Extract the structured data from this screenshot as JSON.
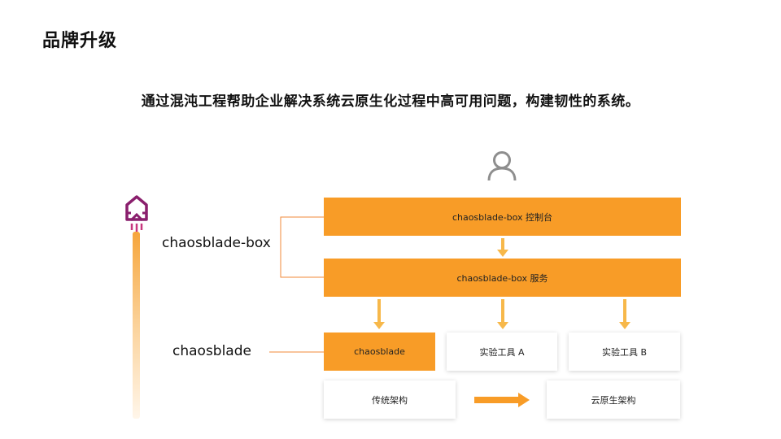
{
  "title": "品牌升级",
  "subtitle": "通过混沌工程帮助企业解决系统云原生化过程中高可用问题，构建韧性的系统。",
  "labels": {
    "box_group": "chaosblade-box",
    "blade": "chaosblade"
  },
  "boxes": {
    "console": "chaosblade-box 控制台",
    "service": "chaosblade-box 服务",
    "chaosblade": "chaosblade",
    "tool_a": "实验工具 A",
    "tool_b": "实验工具 B",
    "traditional": "传统架构",
    "cloud_native": "云原生架构"
  },
  "icons": {
    "user": "user-icon",
    "rocket": "rocket-icon",
    "arrow": "arrow-down-icon"
  },
  "colors": {
    "accent": "#f89c27",
    "arrow": "#f7b84a",
    "rocket": "#8a1f6d"
  }
}
